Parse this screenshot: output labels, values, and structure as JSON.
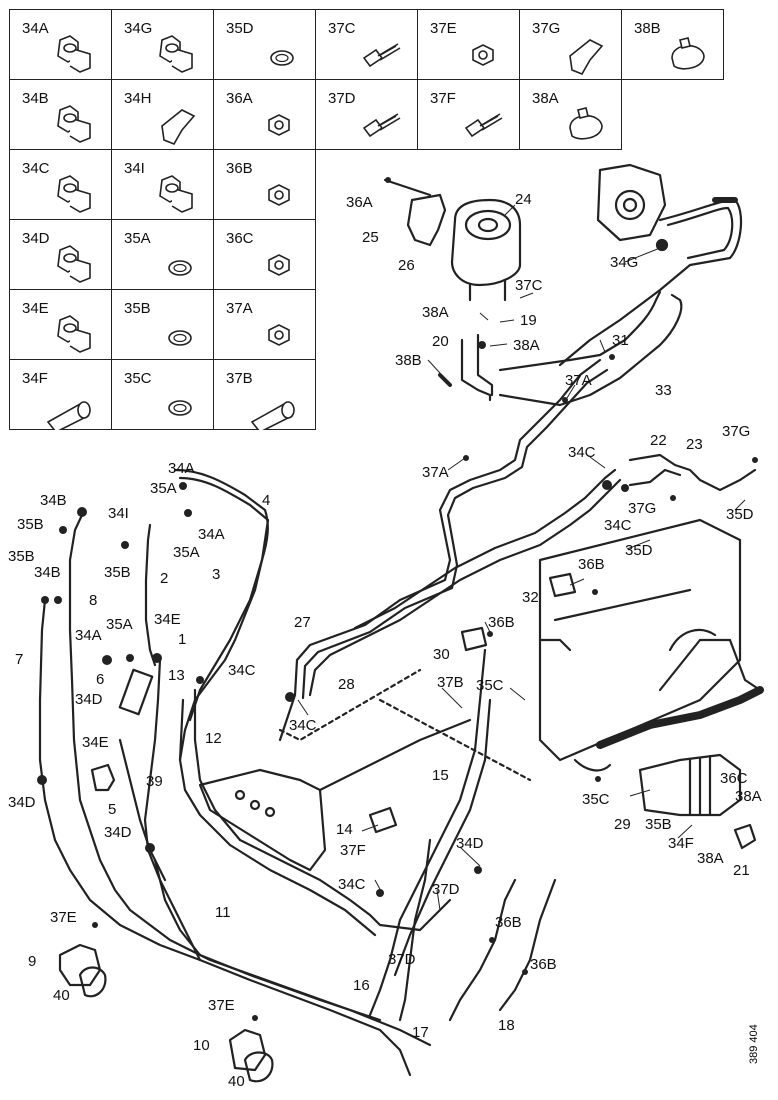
{
  "legend_cells": [
    [
      "34A",
      "34G",
      "35D",
      "37C",
      "37E",
      "37G",
      "38B"
    ],
    [
      "34B",
      "34H",
      "36A",
      "37D",
      "37F",
      "38A"
    ],
    [
      "34C",
      "34I",
      "36B"
    ],
    [
      "34D",
      "35A",
      "36C"
    ],
    [
      "34E",
      "35B",
      "37A"
    ],
    [
      "34F",
      "35C",
      "37B"
    ]
  ],
  "callouts": {
    "c24": "24",
    "c36A_top": "36A",
    "c25": "25",
    "c26": "26",
    "c34G_r": "34G",
    "c37C_r": "37C",
    "c38A_r1": "38A",
    "c19": "19",
    "c20": "20",
    "c38A_r2": "38A",
    "c31": "31",
    "c38B_r": "38B",
    "c37A_r1": "37A",
    "c33": "33",
    "c37A_l": "37A",
    "c34C_a": "34C",
    "c22": "22",
    "c23": "23",
    "c37G_r": "37G",
    "c37G_m": "37G",
    "c34C_b": "34C",
    "c35D_r": "35D",
    "c35D_m": "35D",
    "c36B_a": "36B",
    "c32": "32",
    "c27": "27",
    "c36B_b": "36B",
    "c30": "30",
    "c28": "28",
    "c37B": "37B",
    "c35C_m": "35C",
    "c34C_c": "34C",
    "c15": "15",
    "c14": "14",
    "c37F": "37F",
    "c34D_m": "34D",
    "c34C_d": "34C",
    "c37D_a": "37D",
    "c36B_c": "36B",
    "c37D_b": "37D",
    "c36B_d": "36B",
    "c16": "16",
    "c17": "17",
    "c18": "18",
    "c35C_r": "35C",
    "c36C_r": "36C",
    "c38A_r3": "38A",
    "c29": "29",
    "c35B_r": "35B",
    "c34F_r": "34F",
    "c38A_r4": "38A",
    "c21": "21",
    "c34A_t": "34A",
    "c35A_t": "35A",
    "c4": "4",
    "c34A_t2": "34A",
    "c35A_t2": "35A",
    "c3": "3",
    "c34B_t": "34B",
    "c35B_l": "35B",
    "c34I": "34I",
    "c35B_l2": "35B",
    "c34B_l": "34B",
    "c2": "2",
    "c8": "8",
    "c35B_l3": "35B",
    "c35A_m": "35A",
    "c34E_m": "34E",
    "c34A_m": "34A",
    "c1": "1",
    "c13": "13",
    "c34C_e": "34C",
    "c7": "7",
    "c6": "6",
    "c34D_l": "34D",
    "c12": "12",
    "c34E_l": "34E",
    "c39": "39",
    "c5": "5",
    "c34D_l2": "34D",
    "c34D_l3": "34D",
    "c11": "11",
    "c37E_a": "37E",
    "c9": "9",
    "c40_a": "40",
    "c37E_b": "37E",
    "c10": "10",
    "c40_b": "40"
  },
  "doc_number": "389 404"
}
